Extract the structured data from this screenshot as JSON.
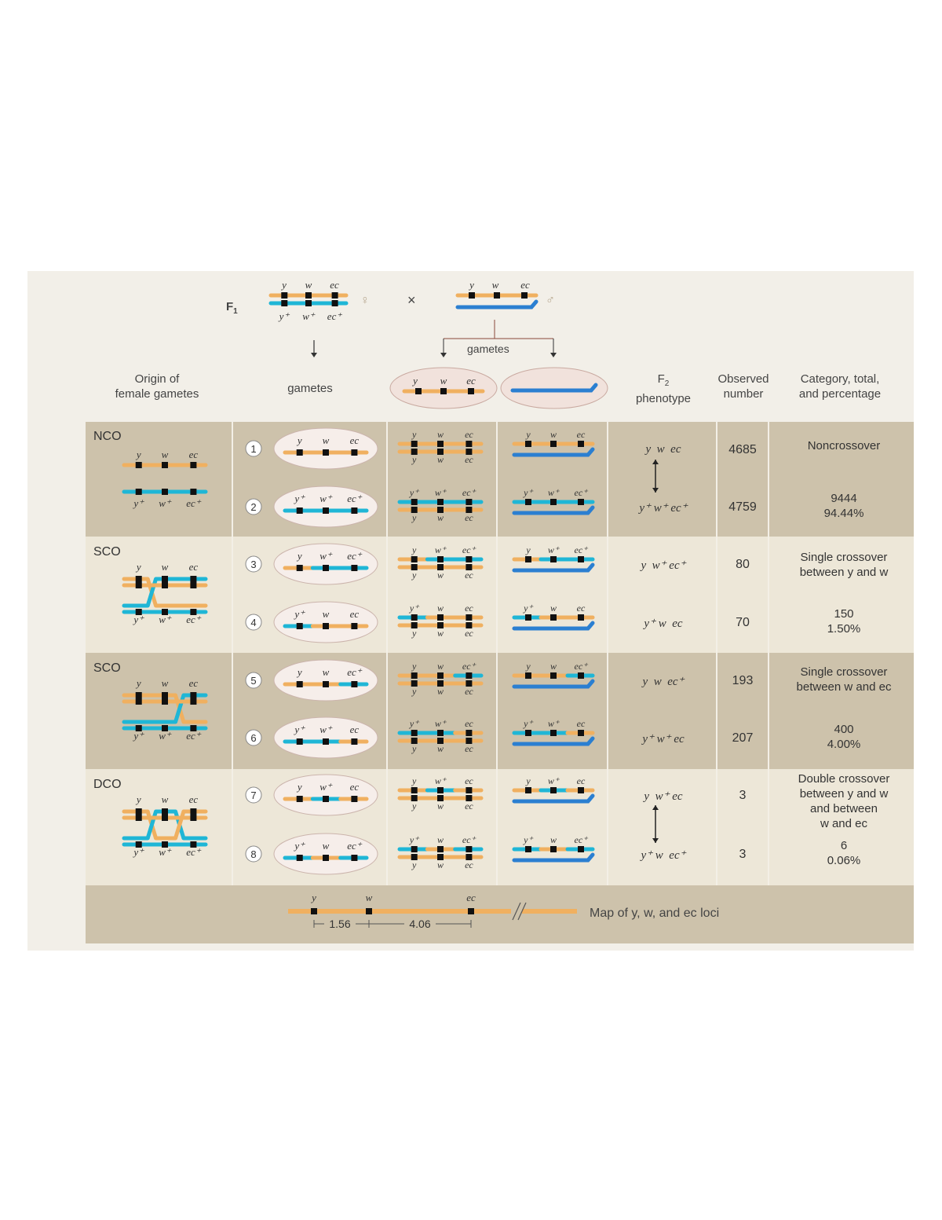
{
  "header": {
    "f1_label": "F",
    "f1_sub": "1",
    "cross_symbol": "×",
    "female_symbol": "♀",
    "male_symbol": "♂",
    "gametes_top": "gametes",
    "col_origin": "Origin of\nfemale gametes",
    "col_gametes": "gametes",
    "col_f2": "F",
    "col_f2_sub": "2",
    "col_f2_rest": "phenotype",
    "col_observed": "Observed\nnumber",
    "col_category": "Category, total,\nand percentage"
  },
  "loci": {
    "y": "y",
    "w": "w",
    "ec": "ec",
    "yp": "y⁺",
    "wp": "w⁺",
    "ecp": "ec⁺"
  },
  "groups": [
    {
      "abbr": "NCO"
    },
    {
      "abbr": "SCO"
    },
    {
      "abbr": "SCO"
    },
    {
      "abbr": "DCO"
    }
  ],
  "rows": [
    {
      "n": "1",
      "phenotype": "y  w  ec",
      "observed": "4685"
    },
    {
      "n": "2",
      "phenotype": "y⁺ w⁺ ec⁺",
      "observed": "4759"
    },
    {
      "n": "3",
      "phenotype": "y  w⁺ ec⁺",
      "observed": "80"
    },
    {
      "n": "4",
      "phenotype": "y⁺ w  ec",
      "observed": "70"
    },
    {
      "n": "5",
      "phenotype": "y  w  ec⁺",
      "observed": "193"
    },
    {
      "n": "6",
      "phenotype": "y⁺ w⁺ ec",
      "observed": "207"
    },
    {
      "n": "7",
      "phenotype": "y  w⁺ ec",
      "observed": "3"
    },
    {
      "n": "8",
      "phenotype": "y⁺ w  ec⁺",
      "observed": "3"
    }
  ],
  "categories": [
    {
      "title": "Noncrossover",
      "total": "9444",
      "pct": "94.44%"
    },
    {
      "title": "Single crossover\nbetween y and w",
      "total": "150",
      "pct": "1.50%"
    },
    {
      "title": "Single crossover\nbetween w and ec",
      "total": "400",
      "pct": "4.00%"
    },
    {
      "title": "Double crossover\nbetween y and w\nand between\nw and ec",
      "total": "6",
      "pct": "0.06%"
    }
  ],
  "map": {
    "dist_yw": "1.56",
    "dist_wec": "4.06",
    "caption": "Map of y, w, and ec loci"
  },
  "colors": {
    "orange": "#f0b060",
    "cyan": "#1fb6d6",
    "blue": "#2b7fd1",
    "locus": "#111111"
  }
}
